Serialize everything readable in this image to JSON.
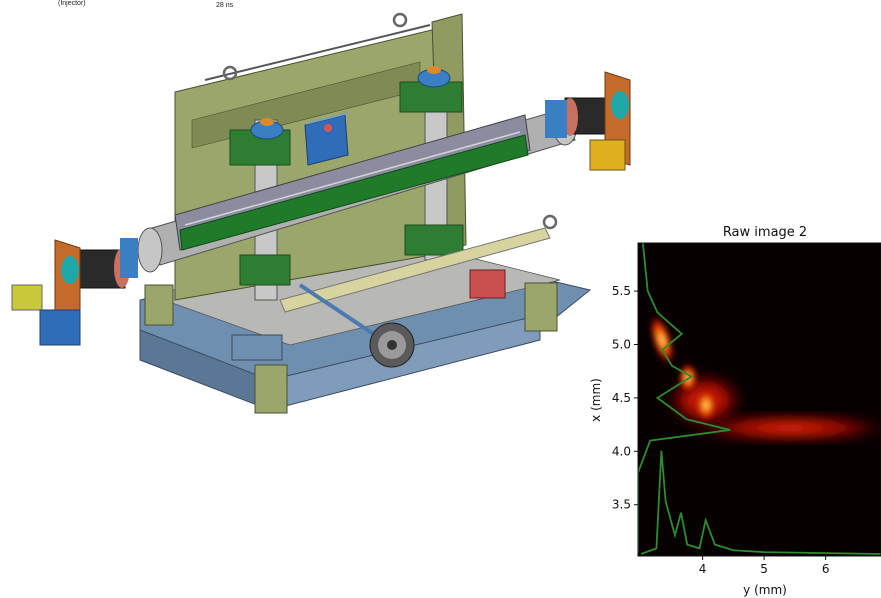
{
  "captions": {
    "top_left": "(Injector)",
    "top_mid": "28 ns"
  },
  "cad": {
    "description_icon": "mechanical-assembly-icon"
  },
  "chart_data": {
    "type": "heatmap",
    "title": "Raw image 2",
    "xlabel": "y (mm)",
    "ylabel": "x (mm)",
    "xticks": [
      "4",
      "5",
      "6"
    ],
    "yticks": [
      "3.5",
      "4.0",
      "4.5",
      "5.0",
      "5.5"
    ],
    "xlim": [
      2.95,
      6.9
    ],
    "ylim": [
      3.02,
      5.95
    ],
    "colormap": "hot",
    "overlay_color": "#2e8b2e",
    "horizontal_profile": [
      [
        3.0,
        0.0
      ],
      [
        3.25,
        0.03
      ],
      [
        3.33,
        0.55
      ],
      [
        3.4,
        0.28
      ],
      [
        3.55,
        0.1
      ],
      [
        3.65,
        0.22
      ],
      [
        3.75,
        0.05
      ],
      [
        3.95,
        0.03
      ],
      [
        4.05,
        0.18
      ],
      [
        4.2,
        0.05
      ],
      [
        4.5,
        0.02
      ],
      [
        5.0,
        0.01
      ],
      [
        6.9,
        0.0
      ]
    ],
    "vertical_profile": [
      [
        3.05,
        0.0
      ],
      [
        3.8,
        0.0
      ],
      [
        4.1,
        0.05
      ],
      [
        4.2,
        0.38
      ],
      [
        4.3,
        0.2
      ],
      [
        4.5,
        0.08
      ],
      [
        4.7,
        0.22
      ],
      [
        4.8,
        0.14
      ],
      [
        4.95,
        0.1
      ],
      [
        5.1,
        0.18
      ],
      [
        5.3,
        0.08
      ],
      [
        5.5,
        0.04
      ],
      [
        5.95,
        0.02
      ]
    ]
  }
}
